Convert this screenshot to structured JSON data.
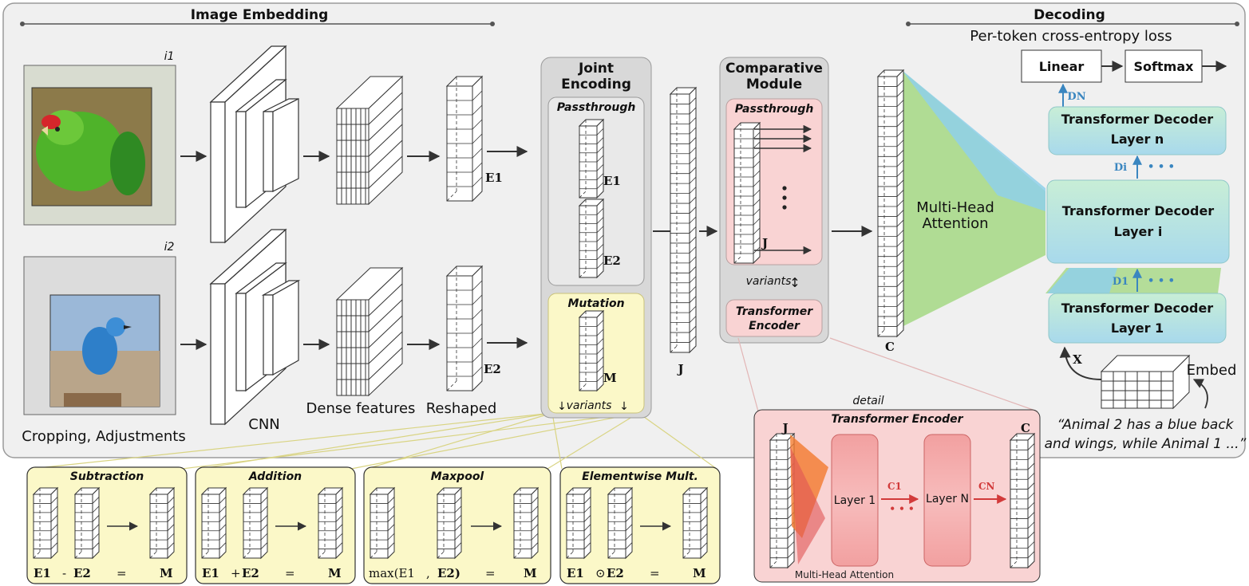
{
  "sections": {
    "image_embedding": "Image Embedding",
    "decoding": "Decoding",
    "loss": "Per-token cross-entropy loss"
  },
  "inputs": {
    "i1": "i1",
    "i2": "i2",
    "crop_label": "Cropping, Adjustments"
  },
  "pipeline": {
    "cnn": "CNN",
    "dense": "Dense features",
    "reshaped": "Reshaped",
    "e1": "E1",
    "e2": "E2"
  },
  "joint": {
    "title_line1": "Joint",
    "title_line2": "Encoding",
    "passthrough": "Passthrough",
    "e1": "E1",
    "e2": "E2",
    "mutation": "Mutation",
    "m": "M",
    "variants": "variants",
    "j": "J"
  },
  "comparative": {
    "title_line1": "Comparative",
    "title_line2": "Module",
    "passthrough": "Passthrough",
    "j": "J",
    "variants": "variants",
    "te_line1": "Transformer",
    "te_line2": "Encoder",
    "c": "C"
  },
  "decoder": {
    "mha_line1": "Multi-Head",
    "mha_line2": "Attention",
    "linear": "Linear",
    "softmax": "Softmax",
    "dn": "DN",
    "di": "Di",
    "d1": "D1",
    "layer_n_line1": "Transformer Decoder",
    "layer_n_line2": "Layer n",
    "layer_i_line1": "Transformer Decoder",
    "layer_i_line2": "Layer i",
    "layer_1_line1": "Transformer Decoder",
    "layer_1_line2": "Layer 1",
    "x": "X",
    "embed": "Embed",
    "dots": "• • •",
    "quote_line1": "“Animal 2 has a blue back",
    "quote_line2": "and wings, while Animal 1 ...”"
  },
  "detail": {
    "caption": "detail",
    "title": "Transformer Encoder",
    "j": "J",
    "c": "C",
    "layer1": "Layer 1",
    "layern": "Layer N",
    "c1": "C1",
    "cn": "CN",
    "dots": "• • •",
    "mha": "Multi-Head Attention"
  },
  "variants_boxes": [
    {
      "title": "Subtraction",
      "formula": [
        "E1",
        "-",
        "E2",
        "=",
        "M"
      ]
    },
    {
      "title": "Addition",
      "formula": [
        "E1",
        "+",
        "E2",
        "=",
        "M"
      ]
    },
    {
      "title": "Maxpool",
      "formula": [
        "max(E1",
        ",",
        "E2)",
        "=",
        "M"
      ]
    },
    {
      "title": "Elementwise Mult.",
      "formula": [
        "E1",
        "⊙",
        "E2",
        "=",
        "M"
      ]
    }
  ],
  "colors": {
    "panel_bg": "#f0f0f0",
    "yellow": "#fbf8c8",
    "pink": "#f9d3d3",
    "decoder_top": "#c5ecd9",
    "decoder_bottom": "#a9dbe9",
    "green_beam": "#a9d98a",
    "blue_beam": "#8fd0ea"
  }
}
